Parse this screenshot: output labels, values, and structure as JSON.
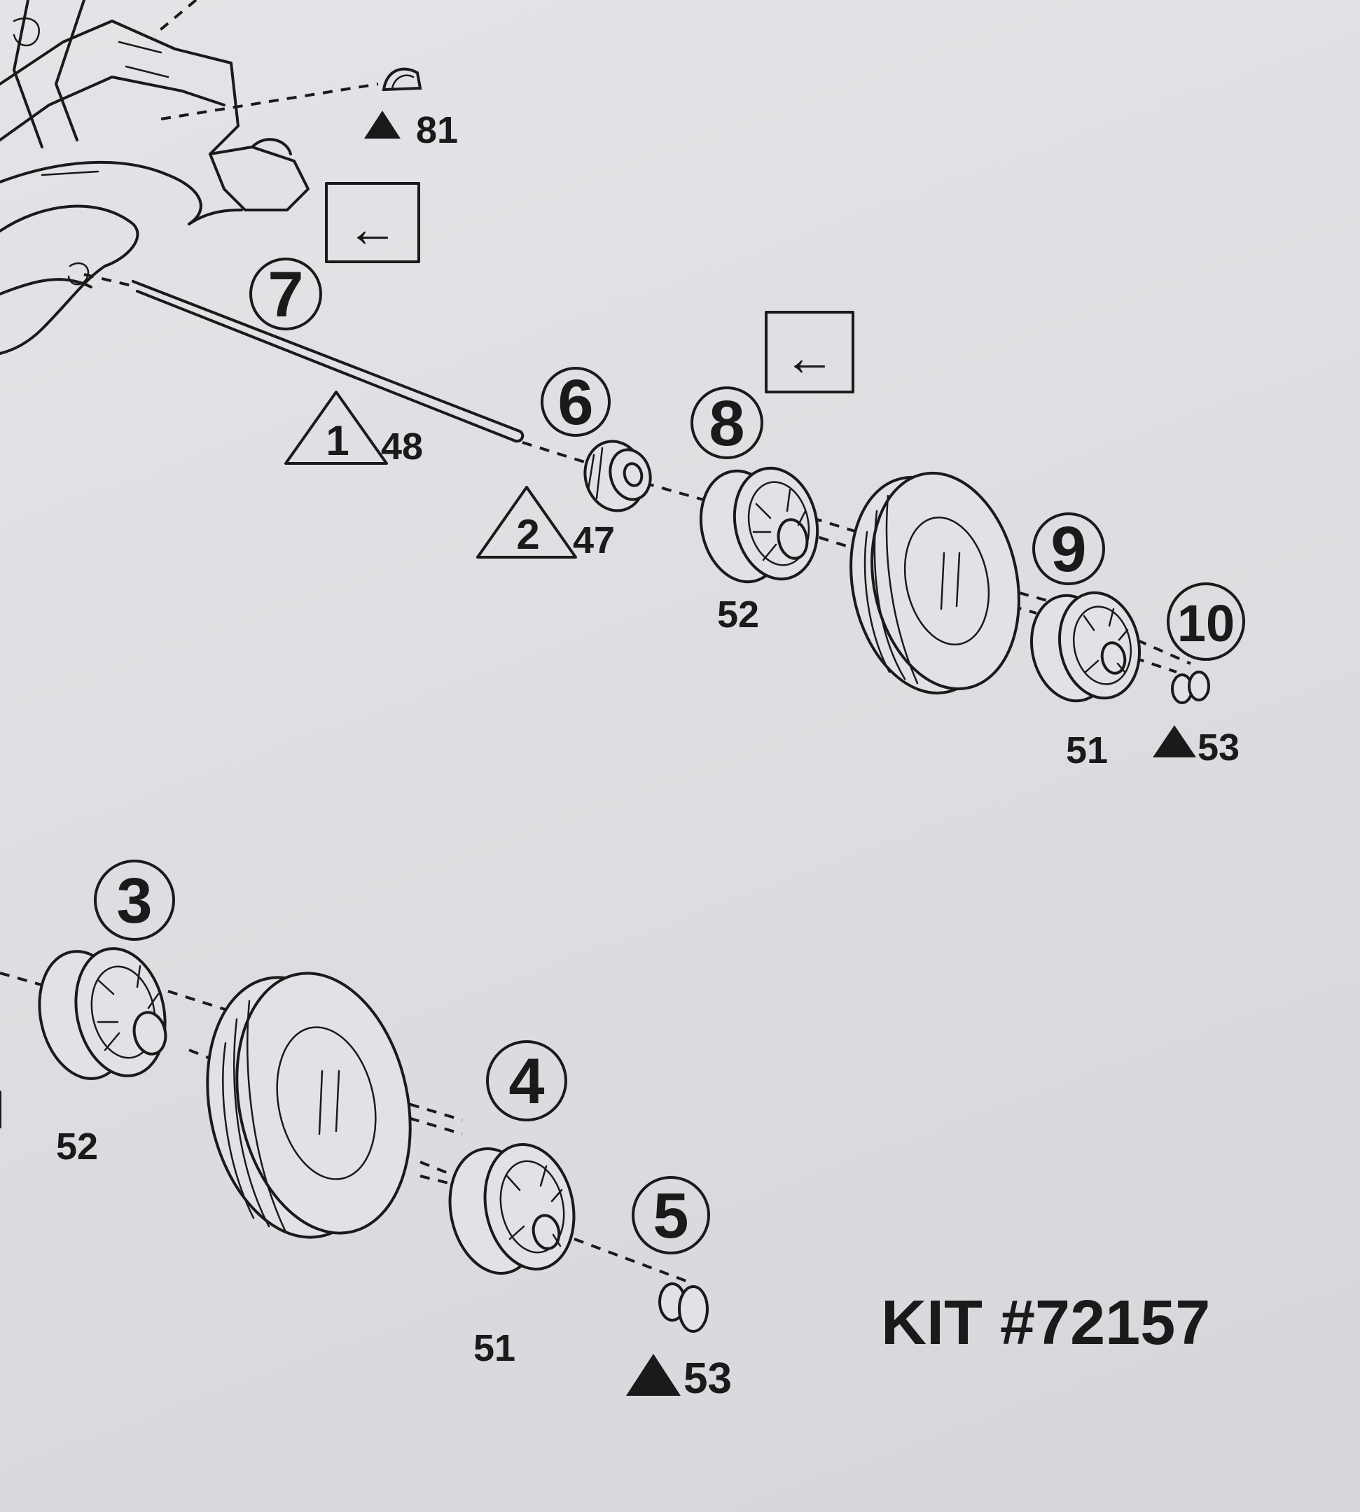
{
  "kit_label": "KIT #72157",
  "step_numbers": {
    "s3": "3",
    "s4": "4",
    "s5": "5",
    "s6": "6",
    "s7": "7",
    "s8": "8",
    "s9": "9",
    "s10": "10"
  },
  "part_numbers": {
    "p81": "81",
    "p48": "48",
    "p47": "47",
    "p52_upper": "52",
    "p51_upper": "51",
    "p53_upper": "53",
    "p52_lower": "52",
    "p51_lower": "51",
    "p53_lower": "53"
  },
  "triangle_markers": {
    "t1": "1",
    "t2": "2"
  },
  "arrow_symbol": "←",
  "ink_color": "#1a1a1a",
  "paper_color": "#dedfe2"
}
